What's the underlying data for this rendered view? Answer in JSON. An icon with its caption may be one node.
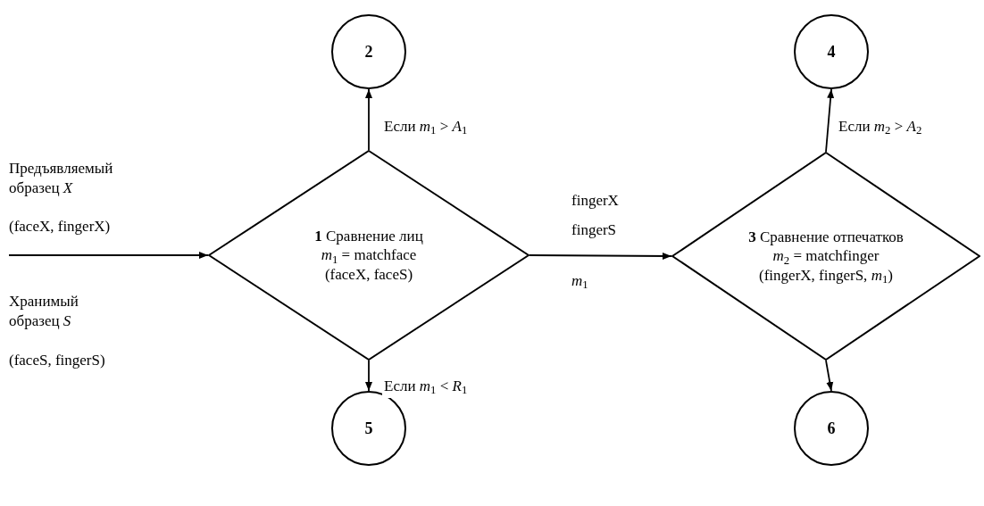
{
  "diagram": {
    "nodes": [
      {
        "text": [
          "**2**"
        ]
      },
      {
        "text": [
          "**1** Сравнение лиц",
          "*m*$_{1}$ = matchface",
          "(faceX, faceS)"
        ]
      },
      {
        "text": [
          "**5**"
        ]
      },
      {
        "text": [
          "**4**"
        ]
      },
      {
        "text": [
          "**3** Сравнение отпечатков",
          "*m*$_{2}$ = matchfinger",
          "(fingerX, fingerS, *m*$_{1}$)"
        ]
      },
      {
        "text": [
          "**6**"
        ]
      }
    ],
    "edges": [
      {
        "from": null,
        "to": 1,
        "arrow": "to"
      },
      {
        "from": 1,
        "to": 0,
        "arrow": "to",
        "label": "Если *m*$_{1}$ > *A*$_{1}$"
      },
      {
        "from": 1,
        "to": 2,
        "arrow": "to",
        "label": "Если *m*$_{1}$ < *R*$_{1}$"
      },
      {
        "from": 1,
        "to": 4,
        "arrow": "to"
      },
      {
        "from": 4,
        "to": 3,
        "arrow": "to",
        "label": "Если *m*$_{2}$ > *A*$_{2}$"
      },
      {
        "from": 4,
        "to": 5,
        "arrow": "to"
      }
    ],
    "labels": [
      "Предъявляемый образец *X*",
      "(faceX, fingerX)",
      "Хранимый образец *S*",
      "(faceS, fingerS)",
      "fingerX",
      "fingerS",
      "*m*$_{1}$"
    ]
  }
}
